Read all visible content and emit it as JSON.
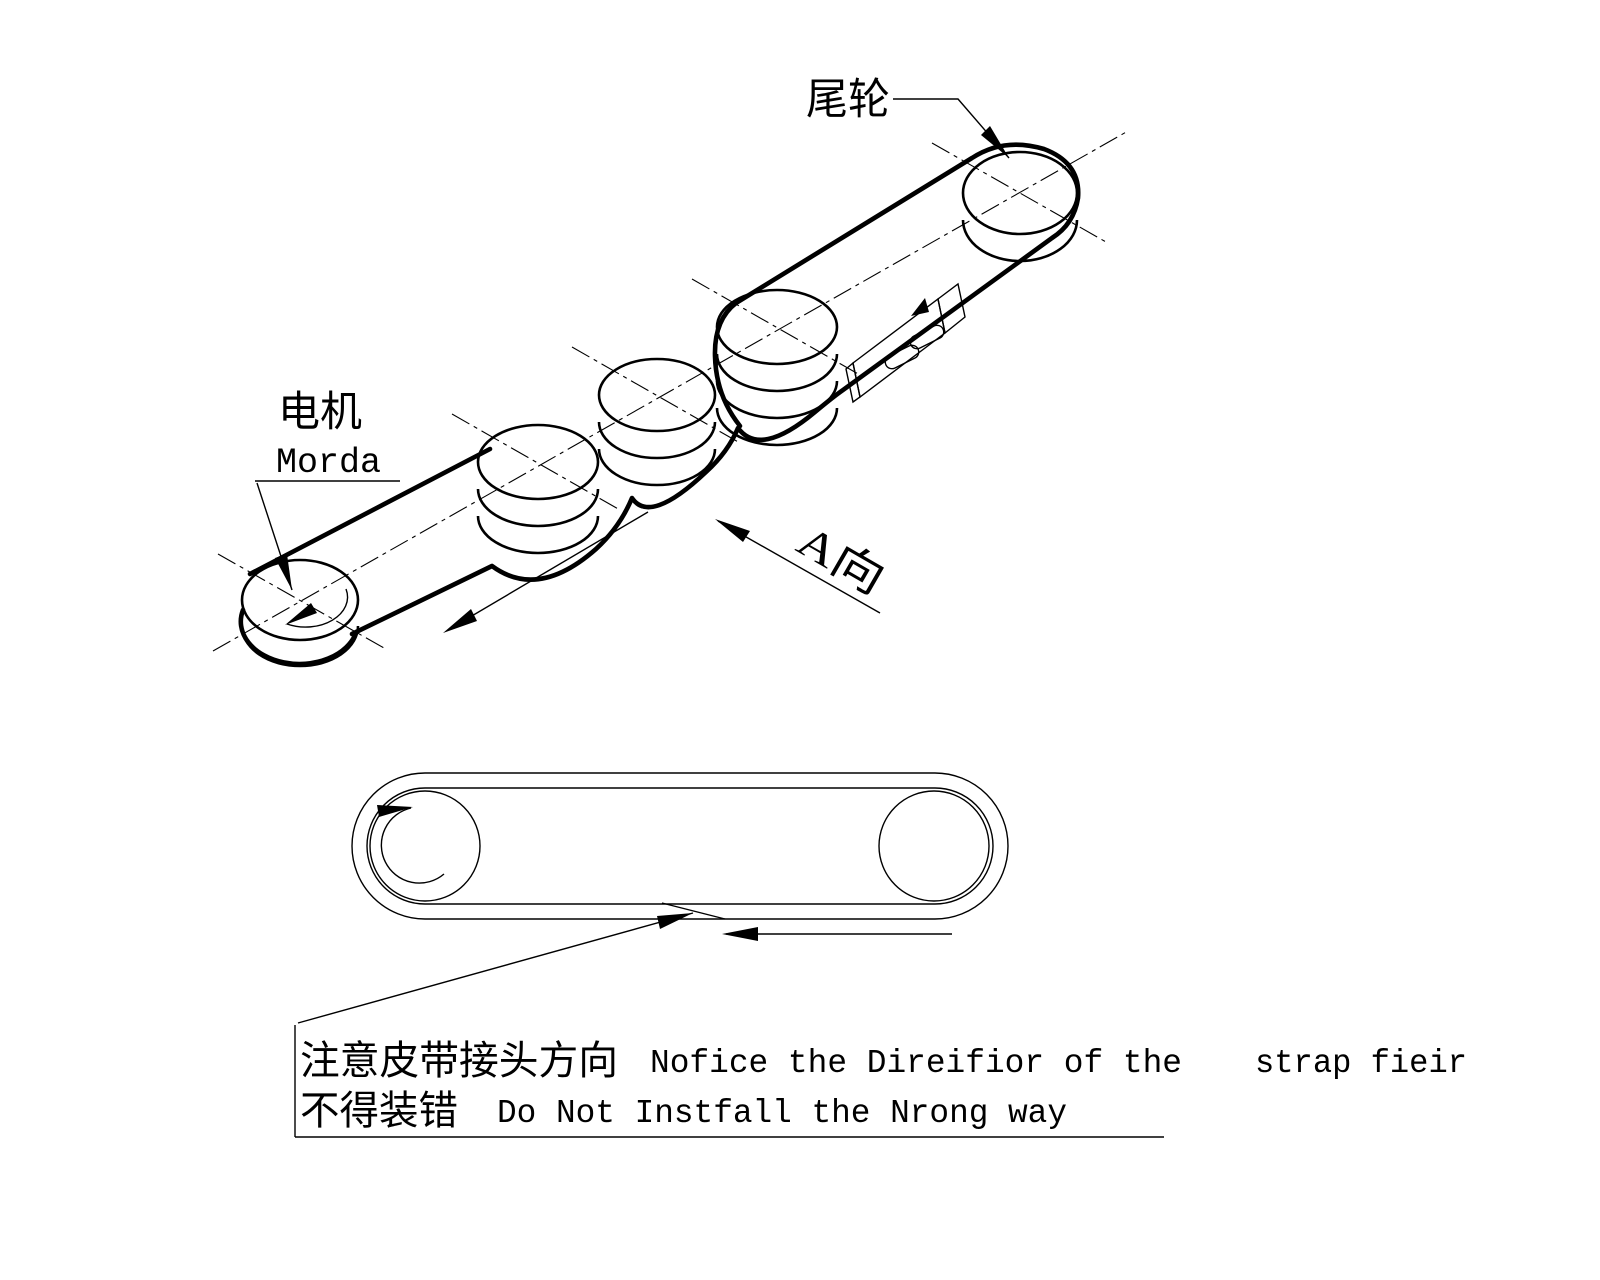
{
  "iso_view": {
    "tail_wheel_label": "尾轮",
    "motor_label_cn": "电机",
    "motor_label_en": "Morda",
    "view_direction_label": "A向"
  },
  "note": {
    "line1_cn": "注意皮带接头方向",
    "line1_en": "Nofice the Direifior of the",
    "line1_en_tail": "strap fieir",
    "line2_cn": "不得装错",
    "line2_en": "Do Not Instfall the Nrong way"
  },
  "colors": {
    "line": "#000000",
    "background": "#ffffff"
  }
}
